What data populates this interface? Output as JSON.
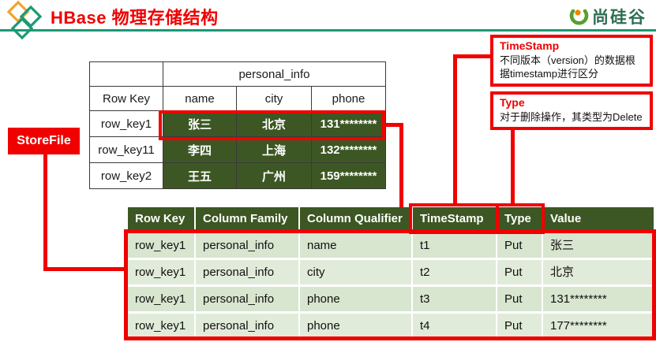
{
  "slide": {
    "title": "HBase 物理存储结构",
    "brand_text": "尚硅谷"
  },
  "colors": {
    "accent_red": "#f10000",
    "table_dark_green": "#3c5723",
    "row_light_green": "#d8e5cf",
    "row_light_green_alt": "#e1ebd9",
    "divider_teal": "#1a9a74",
    "diamond_orange": "#f0a330",
    "brand_green": "#2c6e51"
  },
  "storefile_label": "StoreFile",
  "upper_table": {
    "group_header": "personal_info",
    "columns": [
      "Row Key",
      "name",
      "city",
      "phone"
    ],
    "rows": [
      {
        "key": "row_key1",
        "name": "张三",
        "city": "北京",
        "phone": "131********"
      },
      {
        "key": "row_key11",
        "name": "李四",
        "city": "上海",
        "phone": "132********"
      },
      {
        "key": "row_key2",
        "name": "王五",
        "city": "广州",
        "phone": "159********"
      }
    ]
  },
  "callouts": {
    "timestamp": {
      "title": "TimeStamp",
      "body": "不同版本（version）的数据根据timestamp进行区分"
    },
    "type": {
      "title": "Type",
      "body": "对于删除操作，其类型为Delete"
    }
  },
  "lower_table": {
    "columns": [
      "Row Key",
      "Column Family",
      "Column Qualifier",
      "TimeStamp",
      "Type",
      "Value"
    ],
    "rows": [
      [
        "row_key1",
        "personal_info",
        "name",
        "t1",
        "Put",
        "张三"
      ],
      [
        "row_key1",
        "personal_info",
        "city",
        "t2",
        "Put",
        "北京"
      ],
      [
        "row_key1",
        "personal_info",
        "phone",
        "t3",
        "Put",
        "131********"
      ],
      [
        "row_key1",
        "personal_info",
        "phone",
        "t4",
        "Put",
        "177********"
      ]
    ]
  }
}
